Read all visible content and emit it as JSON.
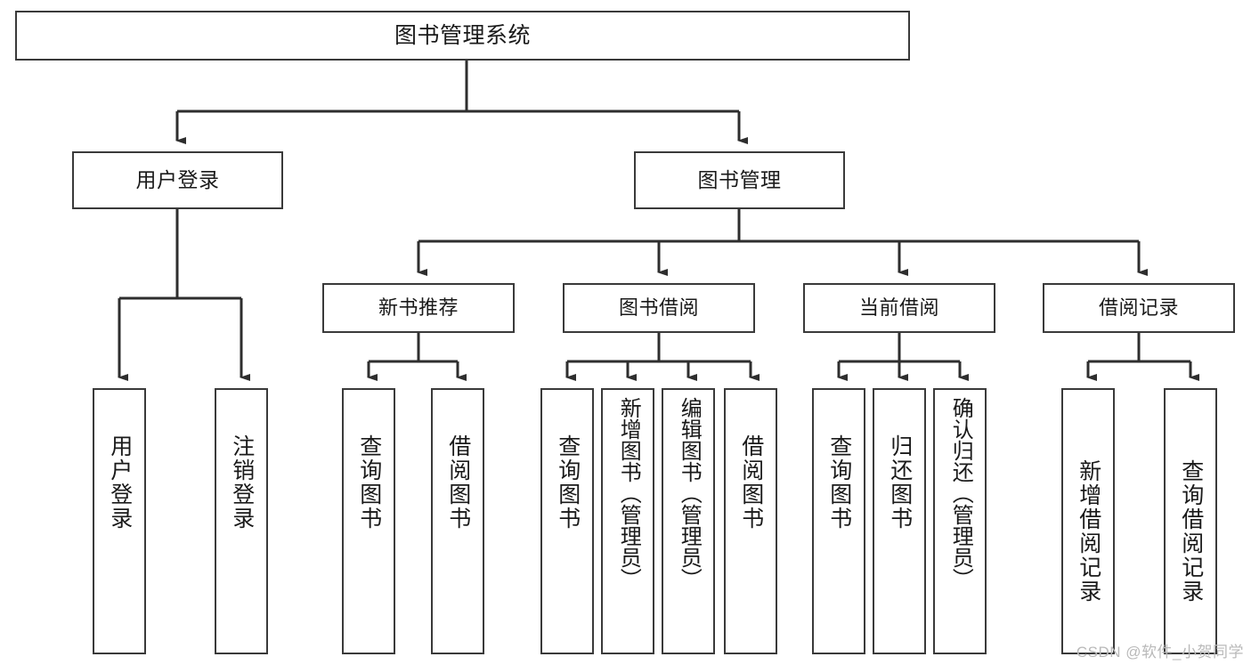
{
  "diagram": {
    "title": "图书管理系统",
    "type": "tree-hierarchy-chart",
    "watermark": "CSDN @软件_小贺同学",
    "colors": {
      "background": "#ffffff",
      "box_border": "#3a3a3a",
      "connector": "#2e2e2e",
      "text": "#1a1a1a",
      "watermark": "#b9b9b9"
    },
    "root": {
      "label": "图书管理系统"
    },
    "level1": [
      {
        "label": "用户登录"
      },
      {
        "label": "图书管理"
      }
    ],
    "level2": [
      {
        "label": "新书推荐"
      },
      {
        "label": "图书借阅"
      },
      {
        "label": "当前借阅"
      },
      {
        "label": "借阅记录"
      }
    ],
    "leaves": {
      "user_login": [
        {
          "label": "用户登录"
        },
        {
          "label": "注销登录"
        }
      ],
      "new_book_recommend": [
        {
          "label": "查询图书"
        },
        {
          "label": "借阅图书"
        }
      ],
      "book_borrow": [
        {
          "label": "查询图书"
        },
        {
          "label": "新增图书（管理员）"
        },
        {
          "label": "编辑图书（管理员）"
        },
        {
          "label": "借阅图书"
        }
      ],
      "current_borrow": [
        {
          "label": "查询图书"
        },
        {
          "label": "归还图书"
        },
        {
          "label": "确认归还（管理员）"
        }
      ],
      "borrow_record": [
        {
          "label": "新增借阅记录"
        },
        {
          "label": "查询借阅记录"
        }
      ]
    }
  }
}
